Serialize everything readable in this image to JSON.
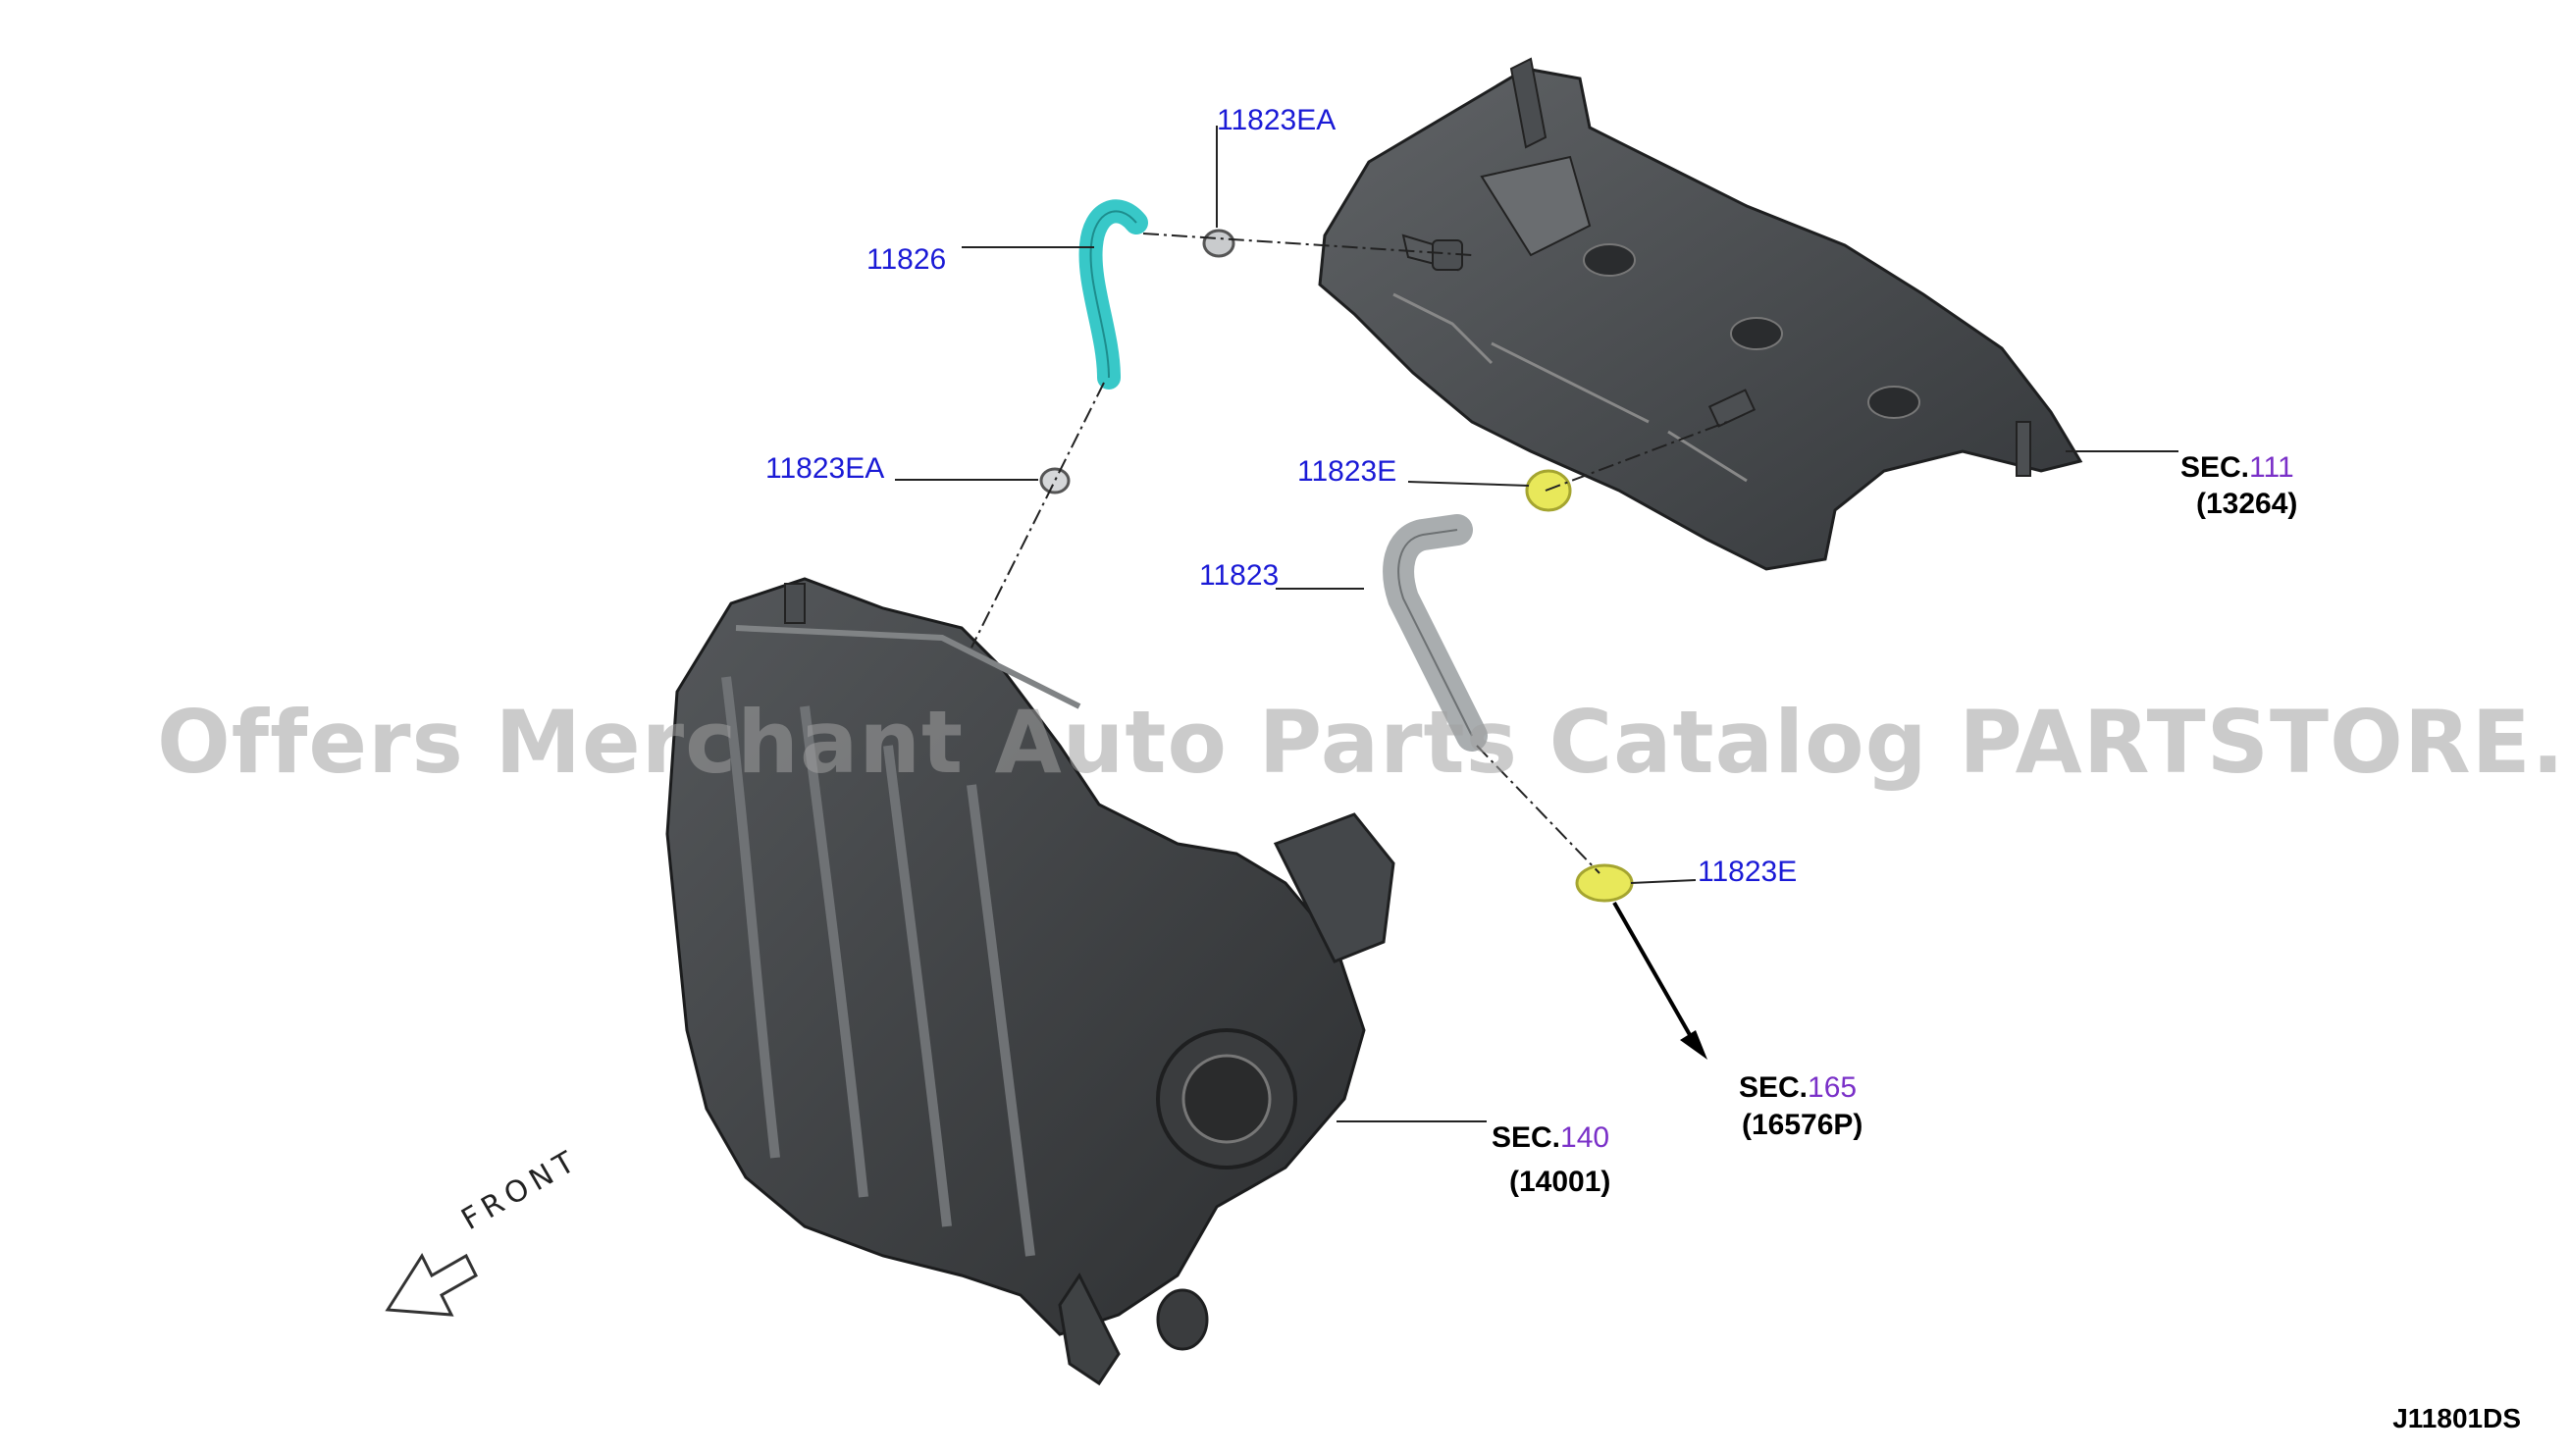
{
  "watermark": "Offers Merchant Auto Parts Catalog PARTSTORE.SA",
  "diagram_code": "J11801DS",
  "front_label": "FRONT",
  "colors": {
    "part_label": "#1a1ad6",
    "section_number": "#7a30c8",
    "hose_cyan": "#38c8c8",
    "hose_grey": "#a9adaf",
    "clamp_yellow": "#e8e85a",
    "component_dark": "#3c3e40"
  },
  "callouts": {
    "c1": "11823EA",
    "c2": "11826",
    "c3": "11823EA",
    "c4": "11823E",
    "c5": "11823",
    "c6": "11823E"
  },
  "sections": {
    "s111": {
      "prefix": "SEC.",
      "number": "111",
      "ref": "(13264)"
    },
    "s165": {
      "prefix": "SEC.",
      "number": "165",
      "ref": "(16576P)"
    },
    "s140": {
      "prefix": "SEC.",
      "number": "140",
      "ref": "(14001)"
    }
  }
}
